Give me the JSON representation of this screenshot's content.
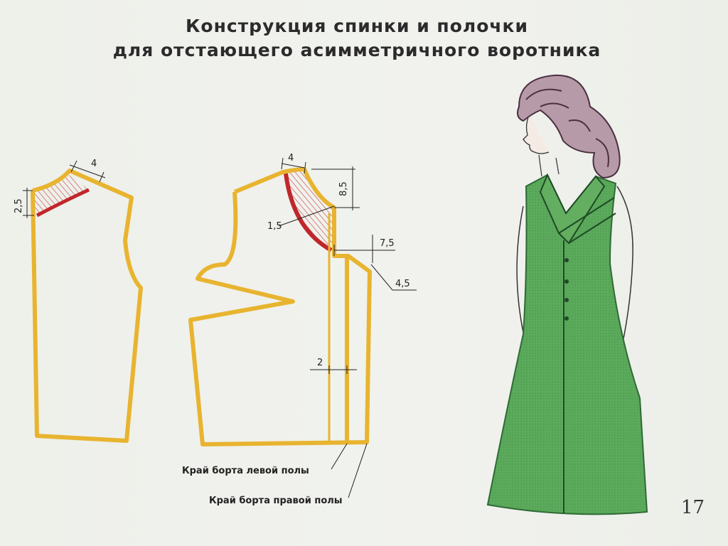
{
  "title": {
    "line1": "Конструкция спинки и полочки",
    "line2": "для отстающего асимметричного воротника"
  },
  "dimensions": {
    "back_neck_width": "4",
    "back_neck_depth": "2,5",
    "front_neck_width": "4",
    "front_neck_depth": "8,5",
    "front_collar_offset": "1,5",
    "front_extension_top": "7,5",
    "front_extension_side": "4,5",
    "front_extension_bottom": "2"
  },
  "labels": {
    "left_edge": "Край борта левой полы",
    "right_edge": "Край борта правой полы"
  },
  "page_number": "17",
  "colors": {
    "pattern_outline": "#e8b430",
    "collar_line": "#c0272b",
    "hatch": "#c0272b",
    "dress": "#5aa85a",
    "dress_dark": "#2f6b36",
    "hair": "#6a4a5a",
    "background": "#eef0ea"
  }
}
